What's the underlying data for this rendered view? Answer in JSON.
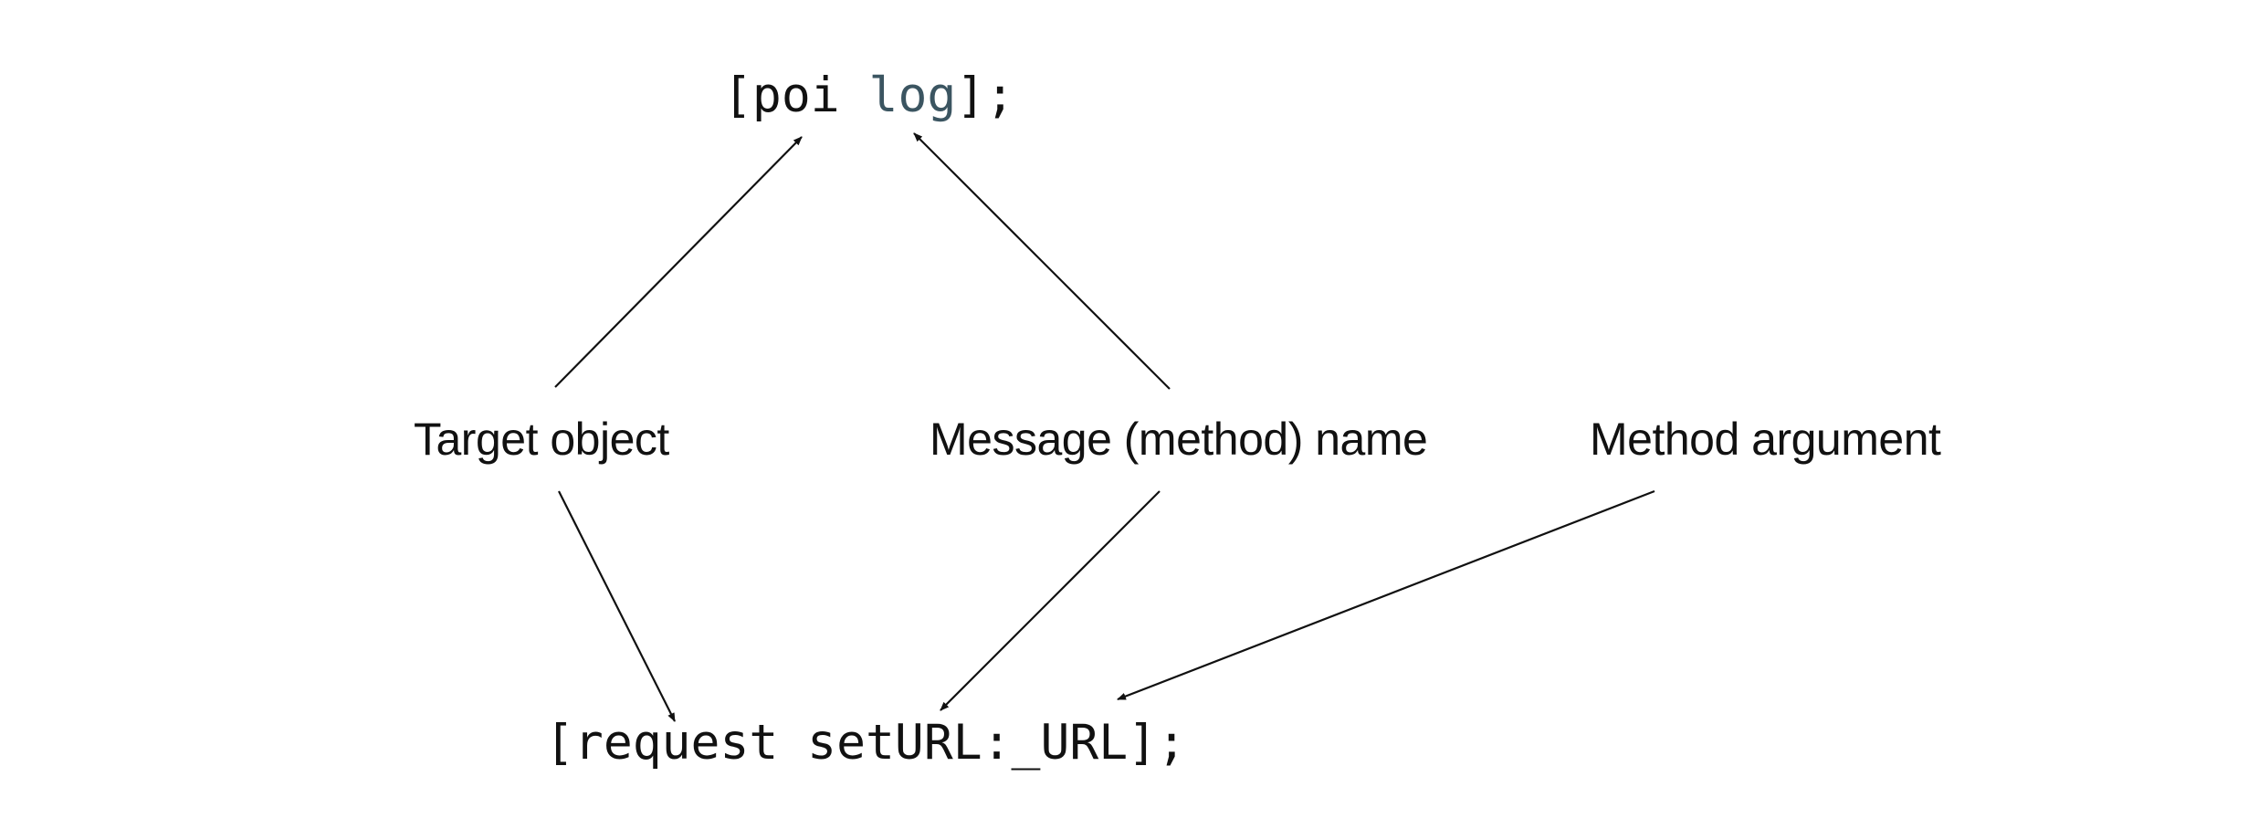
{
  "top_code": {
    "open": "[poi ",
    "method": "log",
    "close": "];"
  },
  "bottom_code": {
    "text": "[request setURL:_URL];"
  },
  "labels": {
    "target": "Target object",
    "message": "Message (method) name",
    "argument": "Method argument"
  },
  "colors": {
    "text": "#111111",
    "method_highlight": "#3b5561",
    "arrow": "#111111"
  }
}
